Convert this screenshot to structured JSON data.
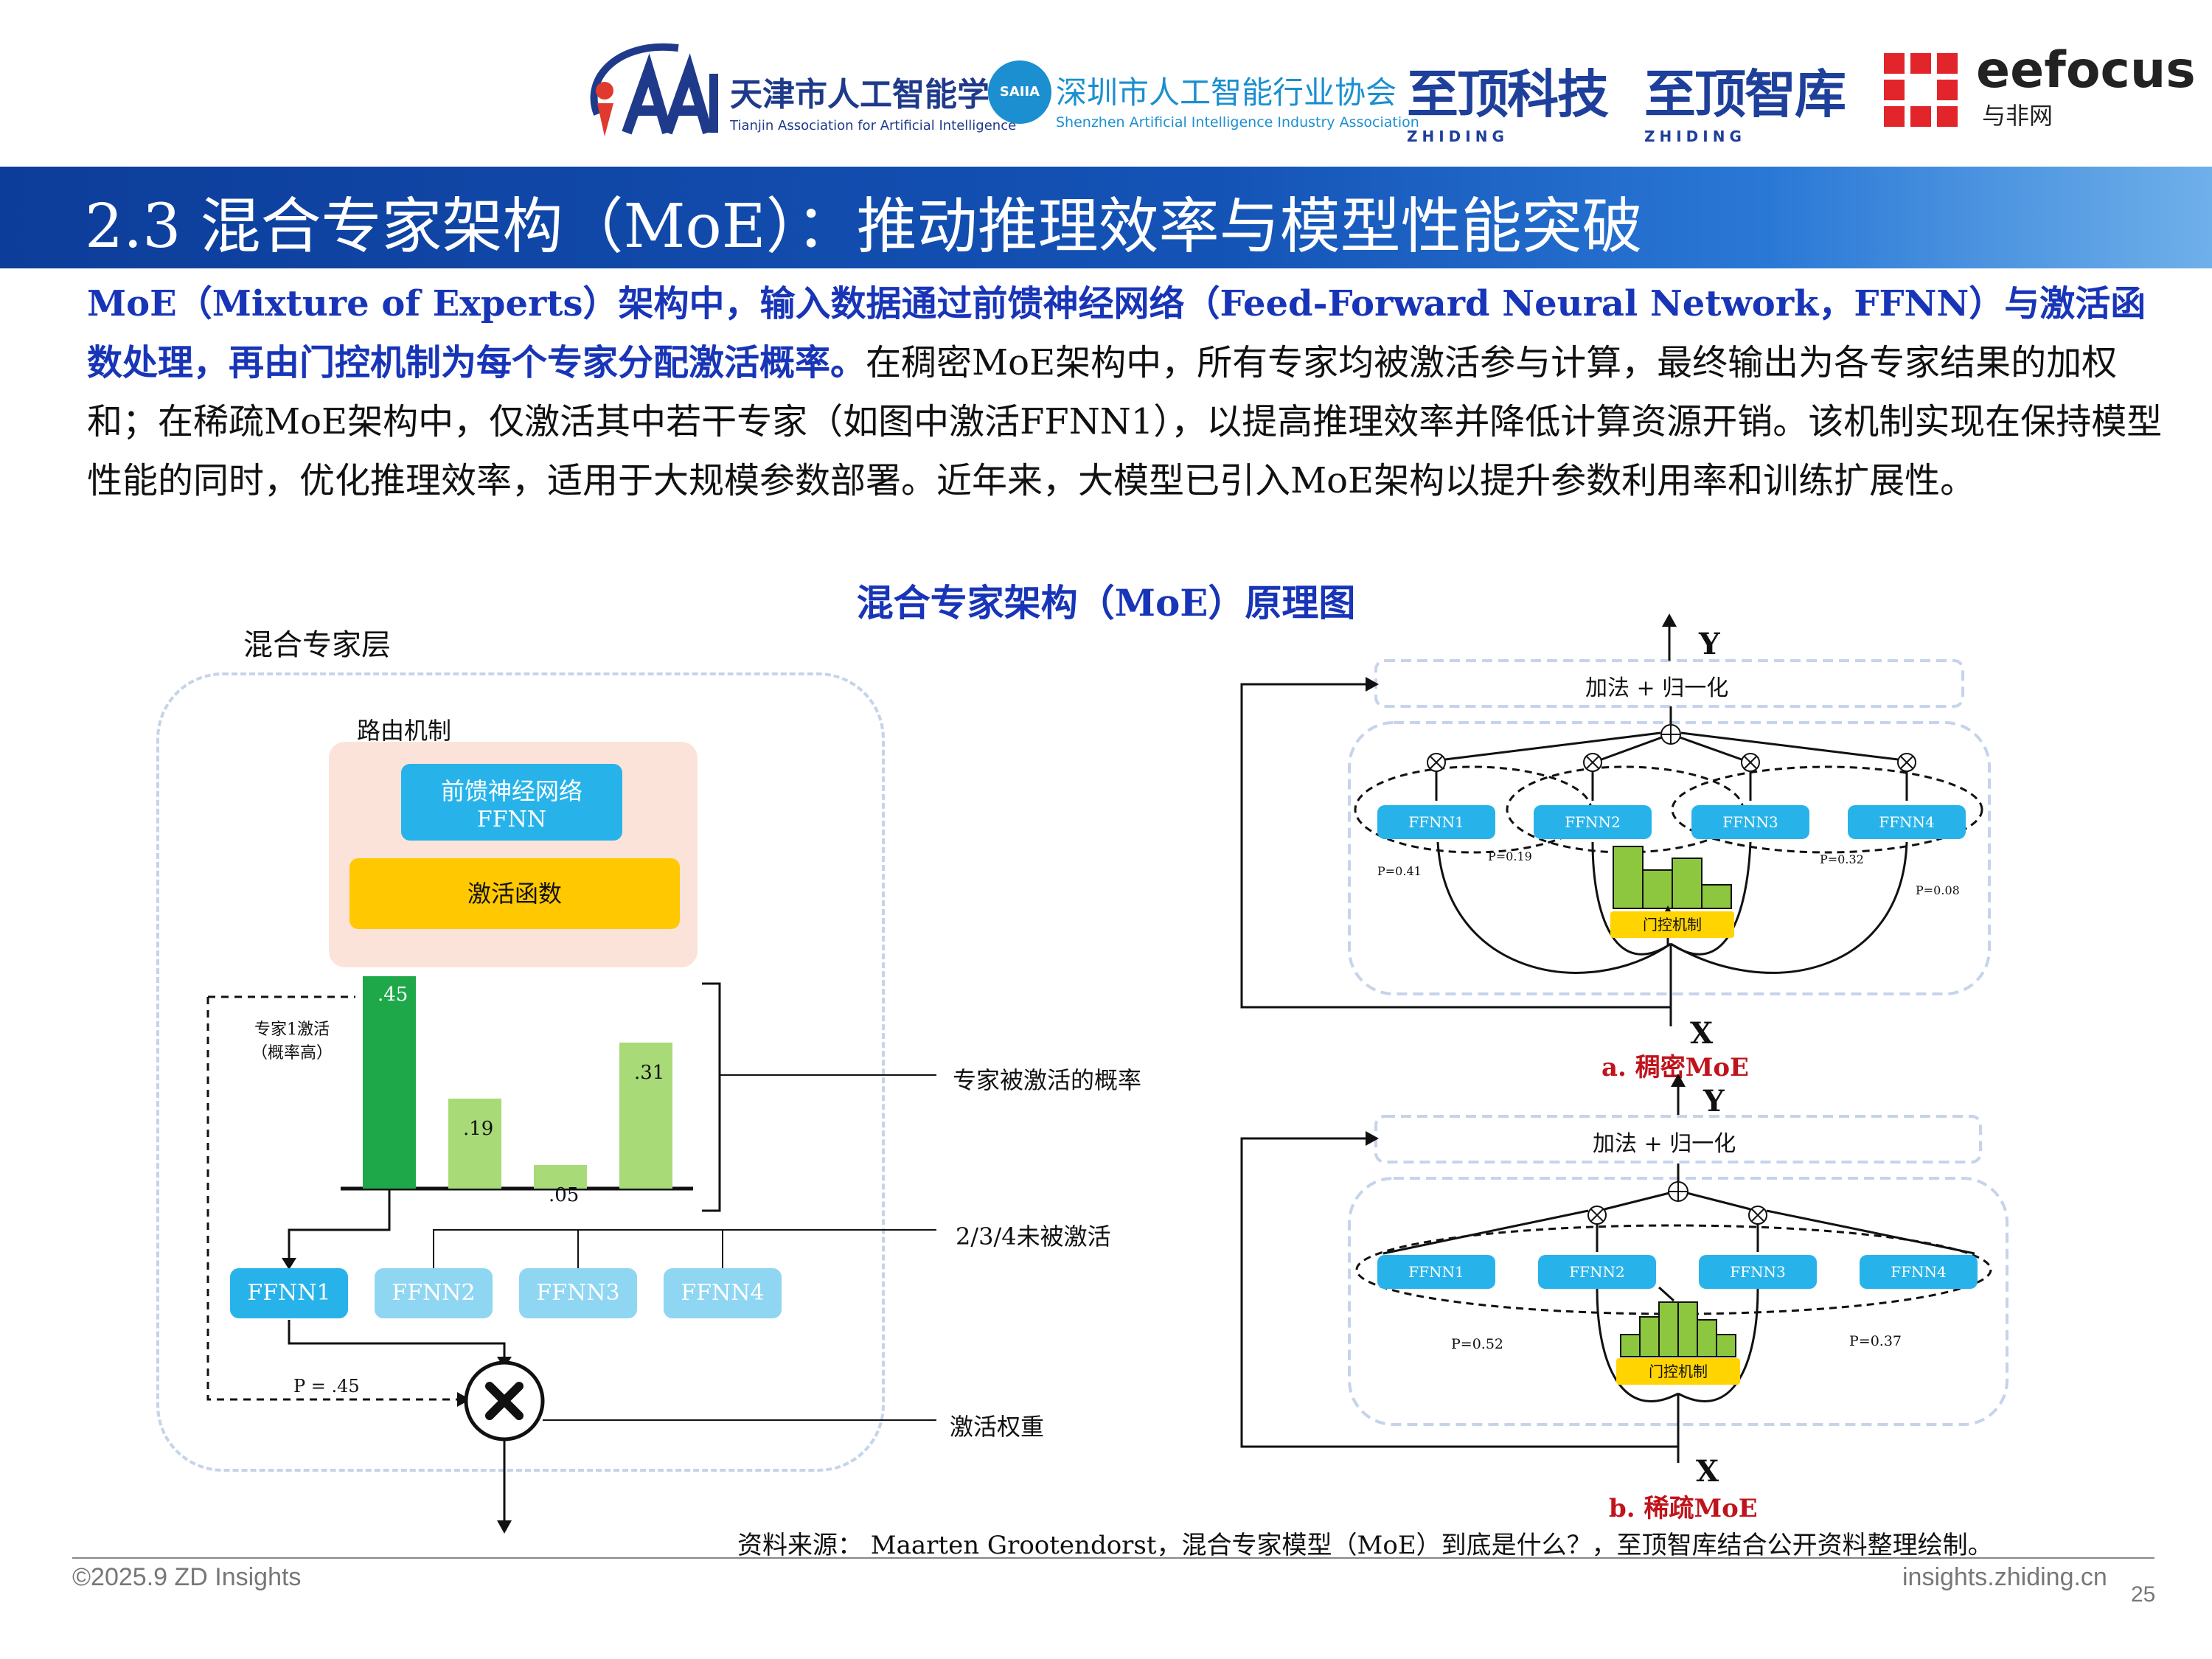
{
  "header": {
    "taai_cn": "天津市人工智能学会",
    "taai_en": "Tianjin Association for Artificial Intelligence",
    "saiia_badge": "SAIIA",
    "saiia_cn": "深圳市人工智能行业协会",
    "saiia_en": "Shenzhen Artificial Intelligence Industry Association",
    "zd_tech": "至顶科技",
    "zd_lib": "至顶智库",
    "zd_sub": "ZHIDING",
    "ee_word": "eefocus",
    "ee_cn": "与非网"
  },
  "title": "2.3 混合专家架构（MoE）：推动推理效率与模型性能突破",
  "paragraph": {
    "highlight": "MoE（Mixture of Experts）架构中，输入数据通过前馈神经网络（Feed-Forward Neural Network，FFNN）与激活函数处理，再由门控机制为每个专家分配激活概率。",
    "rest": "在稠密MoE架构中，所有专家均被激活参与计算，最终输出为各专家结果的加权和；在稀疏MoE架构中，仅激活其中若干专家（如图中激活FFNN1），以提高推理效率并降低计算资源开销。该机制实现在保持模型性能的同时，优化推理效率，适用于大规模参数部署。近年来，大模型已引入MoE架构以提升参数利用率和训练扩展性。"
  },
  "figure_title": "混合专家架构（MoE）原理图",
  "left_diagram": {
    "layer_label": "混合专家层",
    "router_label": "路由机制",
    "ffnn_cn": "前馈神经网络",
    "ffnn_en": "FFNN",
    "activation": "激活函数",
    "expert1_note_1": "专家1激活",
    "expert1_note_2": "（概率高）",
    "bars": [
      {
        "label": ".45",
        "value": 0.45,
        "color": "#1fa84a"
      },
      {
        "label": ".19",
        "value": 0.19,
        "color": "#a9da78"
      },
      {
        "label": ".05",
        "value": 0.05,
        "color": "#a9da78"
      },
      {
        "label": ".31",
        "value": 0.31,
        "color": "#a9da78"
      }
    ],
    "experts": [
      {
        "label": "FFNN1",
        "color": "#27b3ea"
      },
      {
        "label": "FFNN2",
        "color": "#8fd6f3"
      },
      {
        "label": "FFNN3",
        "color": "#8fd6f3"
      },
      {
        "label": "FFNN4",
        "color": "#8fd6f3"
      }
    ],
    "p_label": "P = .45",
    "annotations": {
      "prob": "专家被激活的概率",
      "inactive": "2/3/4未被激活",
      "weight": "激活权重"
    }
  },
  "dense_moe": {
    "caption": "a. 稠密MoE",
    "y": "Y",
    "x": "X",
    "add_norm": "加法 + 归一化",
    "experts": [
      "FFNN1",
      "FFNN2",
      "FFNN3",
      "FFNN4"
    ],
    "probs": [
      "P=0.41",
      "P=0.19",
      "P=0.32",
      "P=0.08"
    ],
    "gate": "门控机制"
  },
  "sparse_moe": {
    "caption": "b. 稀疏MoE",
    "y": "Y",
    "x": "X",
    "add_norm": "加法 + 归一化",
    "experts": [
      "FFNN1",
      "FFNN2",
      "FFNN3",
      "FFNN4"
    ],
    "probs": [
      "P=0.52",
      "P=0.37"
    ],
    "gate": "门控机制"
  },
  "source": "资料来源： Maarten Grootendorst，混合专家模型（MoE）到底是什么？，至顶智库结合公开资料整理绘制。",
  "footer": {
    "copyright": "©2025.9 ZD Insights",
    "site": "insights.zhiding.cn",
    "page": "25"
  }
}
